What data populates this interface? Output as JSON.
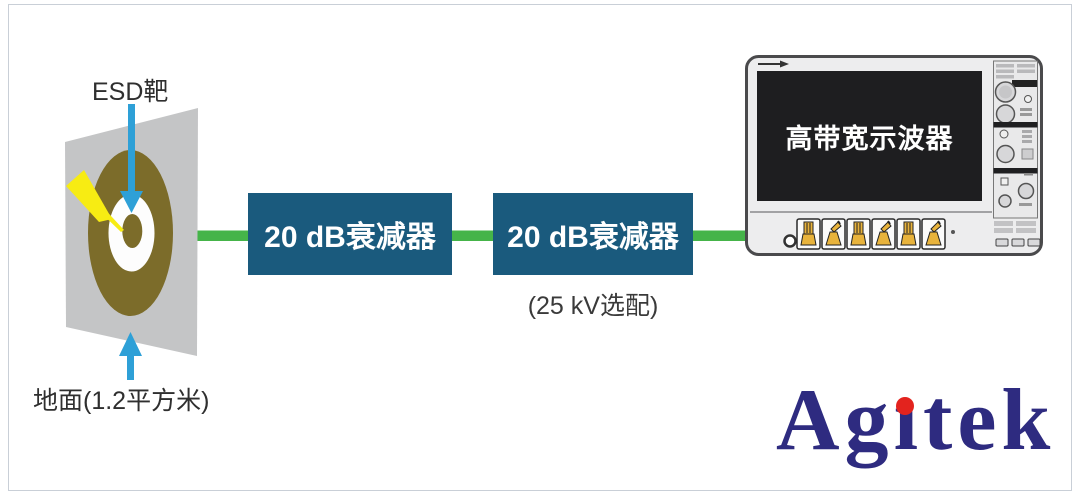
{
  "target": {
    "top_label": "ESD靶",
    "bottom_label": "地面(1.2平方米)"
  },
  "chain": {
    "attenuators": [
      {
        "label": "20 dB衰减器"
      },
      {
        "label": "20 dB衰减器",
        "note": "(25 kV选配)"
      }
    ]
  },
  "oscilloscope": {
    "screen_label": "高带宽示波器",
    "connector_count": 6
  },
  "logo": {
    "text": "Agitek",
    "display_parts": {
      "pre": "Ag",
      "dotless_i": "ı",
      "post": "tek"
    }
  },
  "icons": {
    "esd_pointer": "cyan-down-arrow",
    "ground_pointer": "cyan-up-arrow",
    "discharge_spark": "yellow-bolt-needle",
    "scope_brand_mark": "line-diamond",
    "bnc_connector": "amber-probe-tile",
    "logo_i_dot": "red-dot"
  },
  "colors": {
    "attenuator_box": "#1a5a7d",
    "signal_line_green": "#45b449",
    "pointer_cyan": "#2ea0d7",
    "target_olive": "#7c6c2a",
    "plate_gray": "#c4c5c6",
    "spark_yellow": "#f7ec13",
    "scope_body": "#ededee",
    "scope_border": "#4a4a4c",
    "scope_screen": "#1e1e20",
    "connector_amber": "#e8b33c",
    "logo_navy": "#2e2b80",
    "logo_red": "#e3231e",
    "label_text": "#2f2f2f",
    "frame_border": "#c9cfd7"
  }
}
